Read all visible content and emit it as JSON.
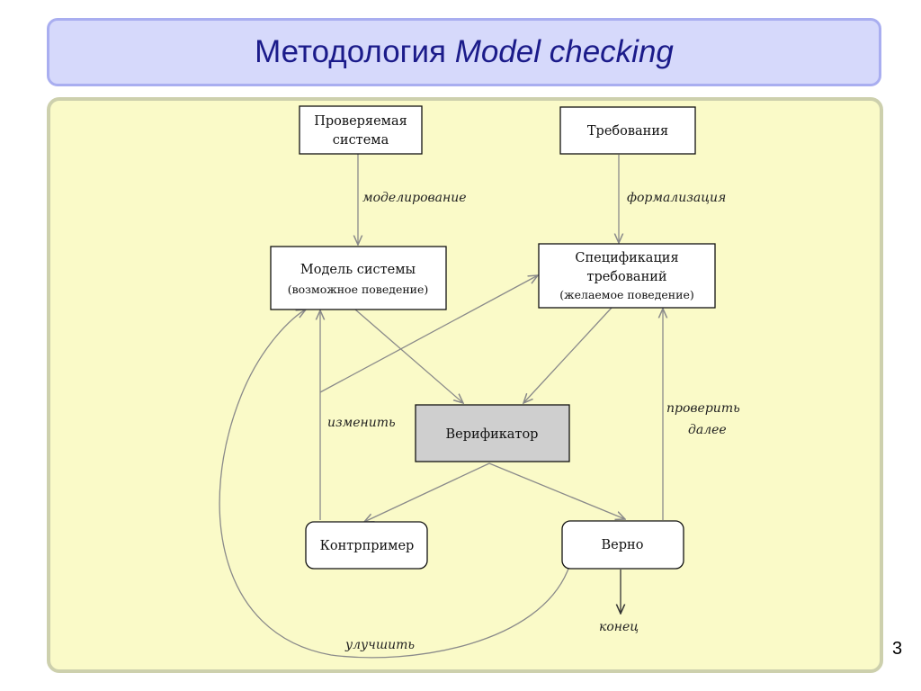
{
  "slide": {
    "title_ru": "Методология",
    "title_en": "Model checking",
    "page_number": "3"
  },
  "diagram": {
    "nodes": {
      "system": {
        "line1": "Проверяемая",
        "line2": "система"
      },
      "requirements": {
        "label": "Требования"
      },
      "model": {
        "line1": "Модель системы",
        "line2": "(возможное поведение)"
      },
      "spec": {
        "line1": "Спецификация",
        "line2": "требований",
        "line3": "(желаемое поведение)"
      },
      "verifier": {
        "label": "Верификатор"
      },
      "counterexample": {
        "label": "Контрпример"
      },
      "correct": {
        "label": "Верно"
      }
    },
    "edges": {
      "modeling": "моделирование",
      "formalization": "формализация",
      "change": "изменить",
      "check_further_1": "проверить",
      "check_further_2": "далее",
      "end": "конец",
      "improve": "улучшить"
    },
    "colors": {
      "line": "#8a8a8a",
      "verifier_fill": "#cfcfcf",
      "node_fill": "#ffffff",
      "panel": "#fafac8",
      "title_bar": "#d6d9fb",
      "title_text": "#1b1b8a"
    }
  }
}
